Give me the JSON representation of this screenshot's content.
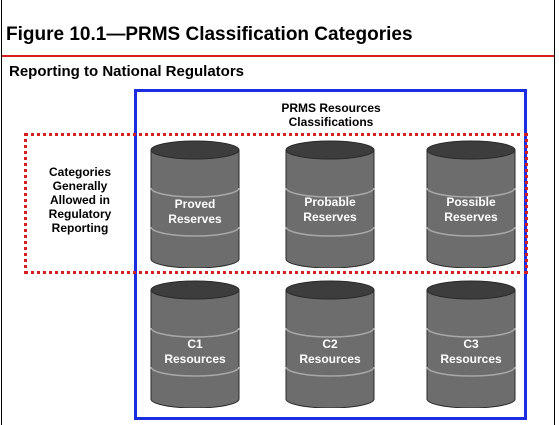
{
  "figure": {
    "title": "Figure 10.1—PRMS Classification Categories",
    "subtitle": "Reporting to National Regulators"
  },
  "classifications_box": {
    "title_line1": "PRMS Resources",
    "title_line2": "Classifications"
  },
  "regulatory_box": {
    "label_lines": [
      "Categories",
      "Generally",
      "Allowed in",
      "Regulatory",
      "Reporting"
    ]
  },
  "barrels": [
    {
      "line1": "Proved",
      "line2": "Reserves"
    },
    {
      "line1": "Probable",
      "line2": "Reserves"
    },
    {
      "line1": "Possible",
      "line2": "Reserves"
    },
    {
      "line1": "C1",
      "line2": "Resources"
    },
    {
      "line1": "C2",
      "line2": "Resources"
    },
    {
      "line1": "C3",
      "line2": "Resources"
    }
  ],
  "colors": {
    "accent_red": "#d62020",
    "box_blue": "#1a2ee0",
    "barrel_body": "#6d6d6d",
    "barrel_top": "#3d3d3d"
  }
}
